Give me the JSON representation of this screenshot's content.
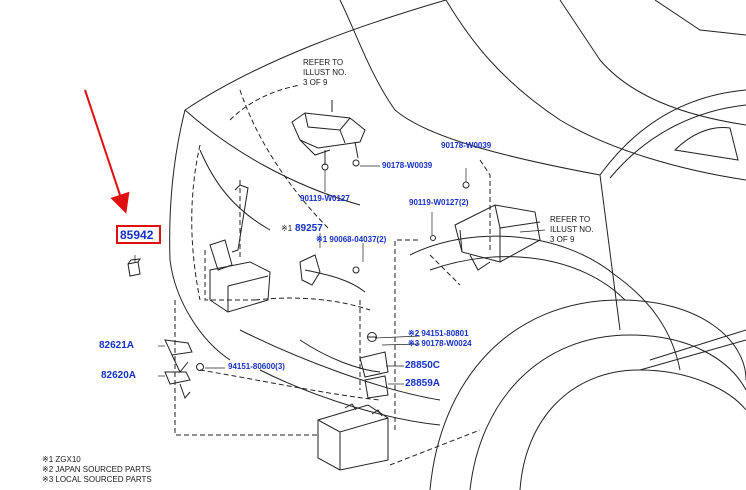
{
  "diagram": {
    "highlight_color": "#e01010",
    "part_number_color": "#1530c8",
    "highlighted_part": "85942",
    "refer_upper": {
      "line1": "REFER TO",
      "line2": "ILLUST NO.",
      "line3": "3 OF 9"
    },
    "refer_right": {
      "line1": "REFER TO",
      "line2": "ILLUST NO.",
      "line3": "3 OF 9"
    },
    "parts": {
      "p85942": "85942",
      "p89257_mark": "※1",
      "p89257": "89257",
      "p90068": "※1 90068-04037(2)",
      "p90119_w0127_upper": "90119-W0127",
      "p90178_w0039_left": "90178-W0039",
      "p90178_w0039_right": "90178-W0039",
      "p90119_w0127_right": "90119-W0127(2)",
      "p94151_80801": "※2 94151-80801",
      "p90178_w0024": "※3 90178-W0024",
      "p28850c": "28850C",
      "p28859a": "28859A",
      "p82621a": "82621A",
      "p82620a": "82620A",
      "p94151_80600": "94151-80600(3)"
    },
    "notes": [
      "※1 ZGX10",
      "※2 JAPAN SOURCED PARTS",
      "※3 LOCAL SOURCED PARTS"
    ]
  }
}
